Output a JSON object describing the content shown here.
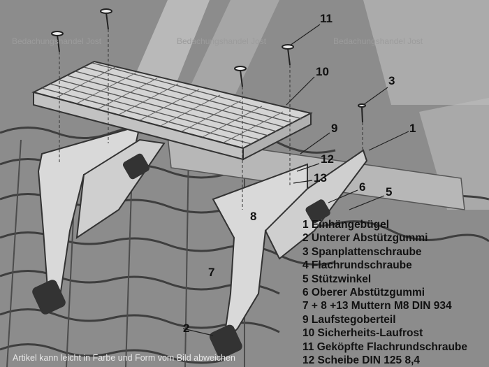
{
  "watermark": {
    "top_left": "Bedachungshandel Jost",
    "top_mid": "Bedachungshandel Jost",
    "top_right": "Bedachungshandel Jost"
  },
  "callouts": {
    "c1": "1",
    "c2": "2",
    "c3": "3",
    "c5": "5",
    "c6": "6",
    "c7": "7",
    "c8": "8",
    "c9": "9",
    "c10": "10",
    "c11": "11",
    "c12": "12",
    "c13": "13"
  },
  "legend": [
    "1 Einhängebügel",
    "2 Unterer Abstützgummi",
    "3 Spanplattenschraube",
    "4 Flachrundschraube",
    "5 Stützwinkel",
    "6 Oberer Abstützgummi",
    "7 + 8 +13 Muttern M8 DIN 934",
    "9 Laufstegoberteil",
    "10 Sicherheits-Laufrost",
    "11 Geköpfte Flachrundschraube",
    "12 Scheibe DIN 125 8,4"
  ],
  "disclaimer": "Artikel kann leicht in Farbe und Form vom Bild abweichen",
  "colors": {
    "background": "#8a8a8a",
    "roof_dark": "#5f5f5f",
    "metal": "#d8d8d8",
    "text": "#111111"
  }
}
